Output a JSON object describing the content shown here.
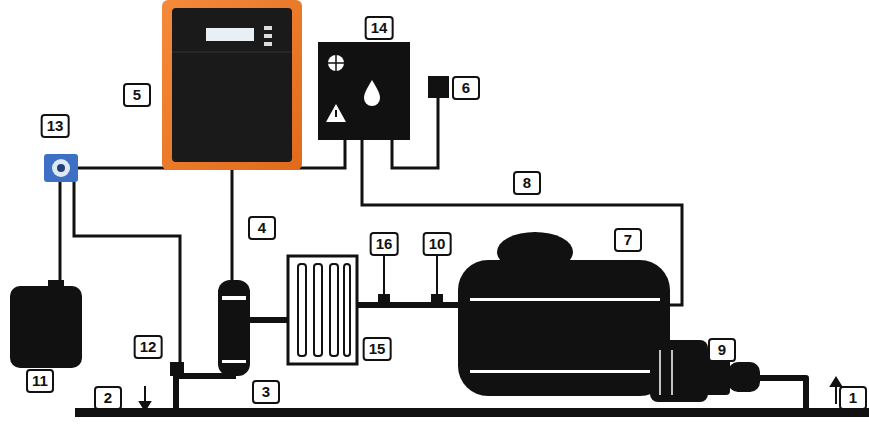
{
  "diagram": {
    "labels": [
      "14",
      "5",
      "6",
      "13",
      "8",
      "4",
      "16",
      "10",
      "7",
      "12",
      "15",
      "9",
      "11",
      "2",
      "3",
      "1"
    ]
  }
}
